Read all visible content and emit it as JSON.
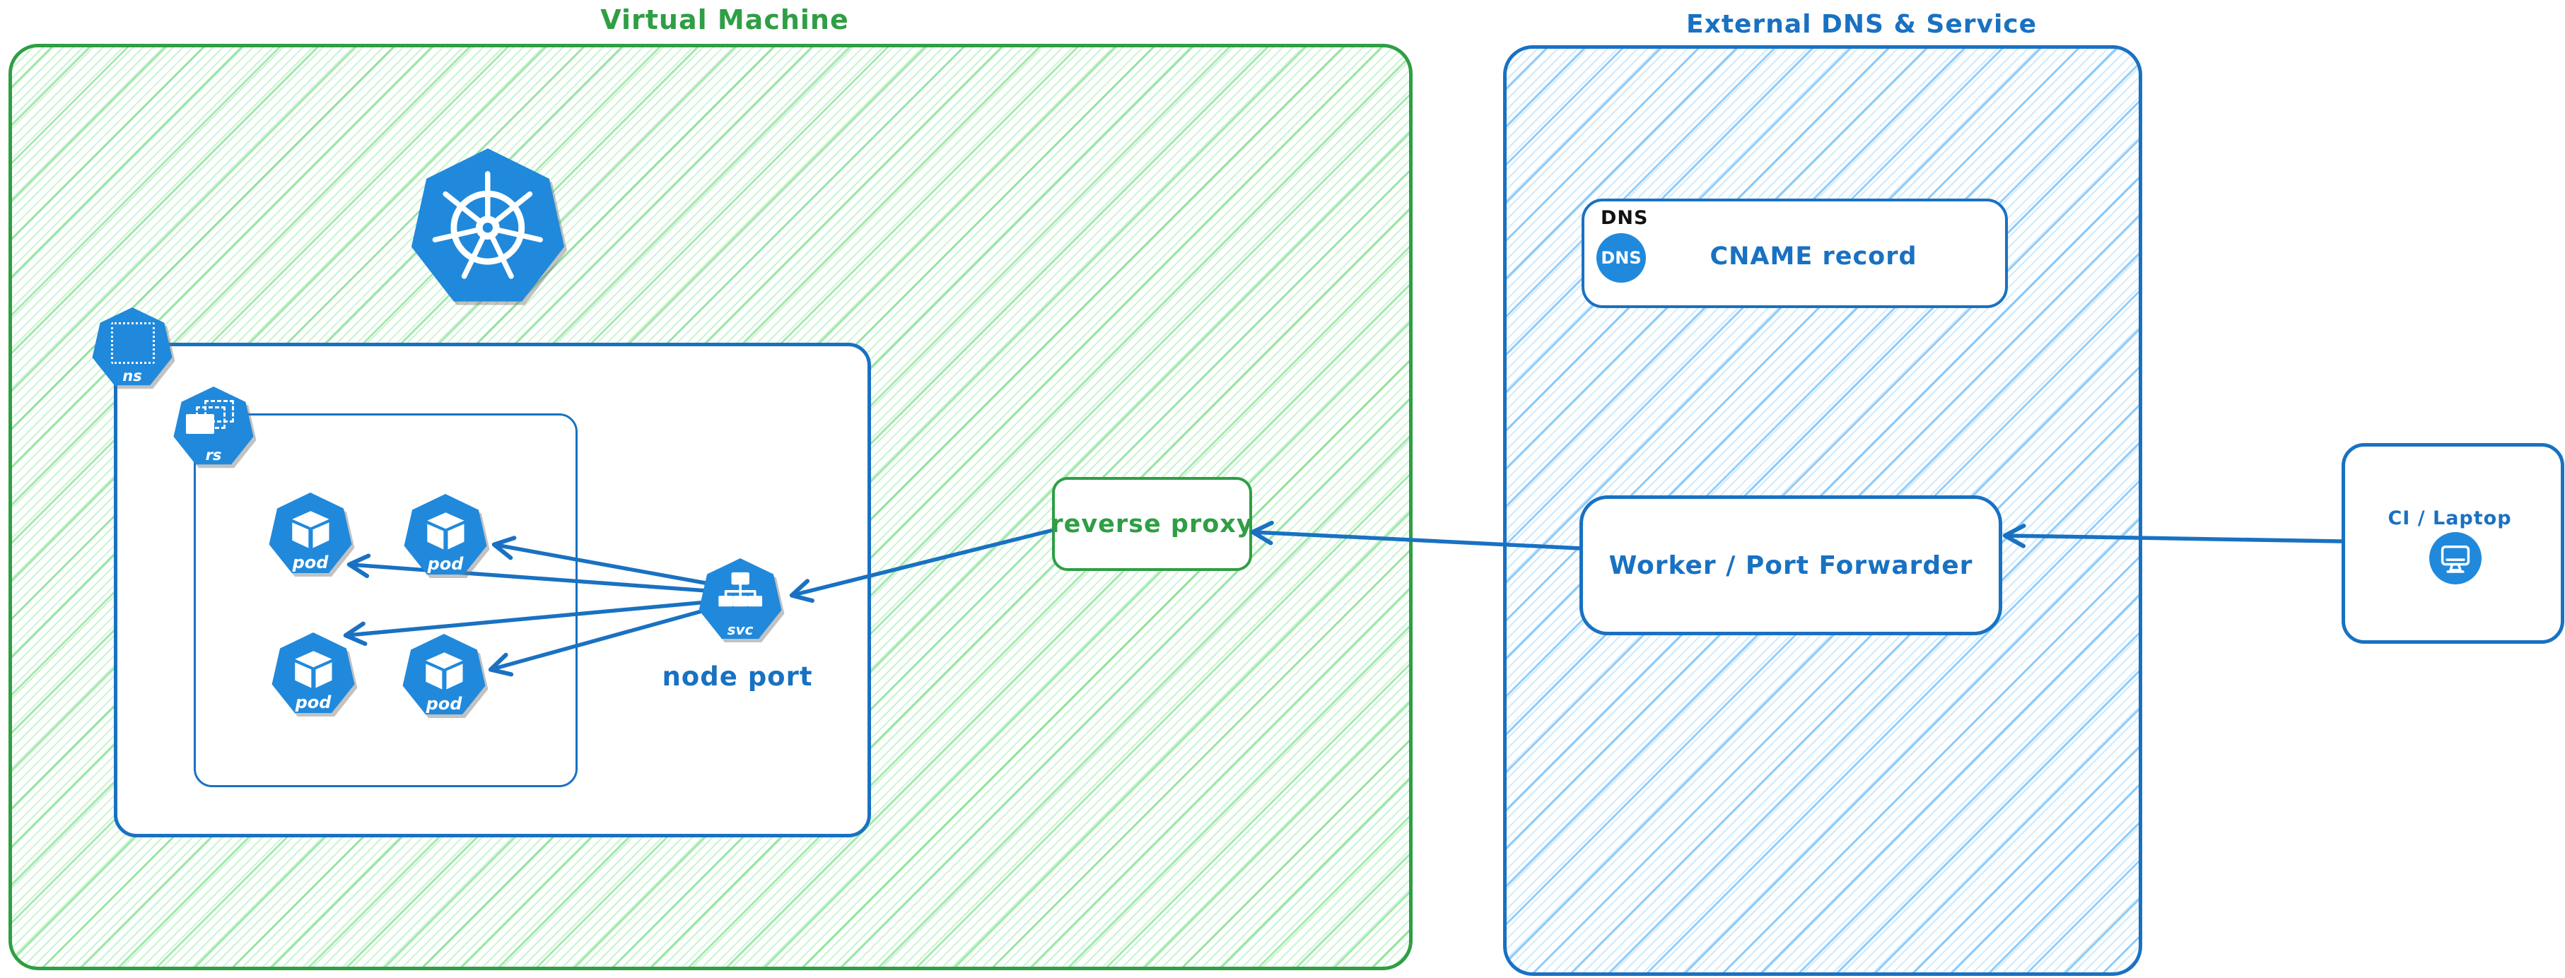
{
  "vm": {
    "title": "Virtual Machine",
    "reverse_proxy_label": "reverse proxy",
    "node_port_label": "node port",
    "k8s": {
      "namespace_label": "ns",
      "replicaset_label": "rs",
      "service_label": "svc",
      "pods": [
        "pod",
        "pod",
        "pod",
        "pod"
      ]
    }
  },
  "external": {
    "title": "External DNS & Service",
    "dns_group_label": "DNS",
    "dns_badge": "DNS",
    "cname_label": "CNAME record",
    "worker_label": "Worker / Port Forwarder"
  },
  "client": {
    "label": "CI / Laptop"
  },
  "icons": [
    "kubernetes-logo-icon",
    "namespace-icon",
    "replicaset-icon",
    "pod-cube-icon",
    "service-icon",
    "dns-badge-icon",
    "monitor-icon"
  ],
  "colors": {
    "green_stroke": "#2f9e44",
    "green_hatch": "#8de9a0",
    "blue_stroke": "#1971c2",
    "blue_hatch": "#74c0fc",
    "icon_fill": "#2089dc",
    "dns_label_text": "#111111"
  },
  "edges": [
    {
      "from": "ci-laptop",
      "to": "worker-port-forwarder"
    },
    {
      "from": "worker-port-forwarder",
      "to": "reverse-proxy"
    },
    {
      "from": "reverse-proxy",
      "to": "node-port-service"
    },
    {
      "from": "node-port-service",
      "to": "pod-1"
    },
    {
      "from": "node-port-service",
      "to": "pod-2"
    },
    {
      "from": "node-port-service",
      "to": "pod-3"
    },
    {
      "from": "node-port-service",
      "to": "pod-4"
    }
  ]
}
